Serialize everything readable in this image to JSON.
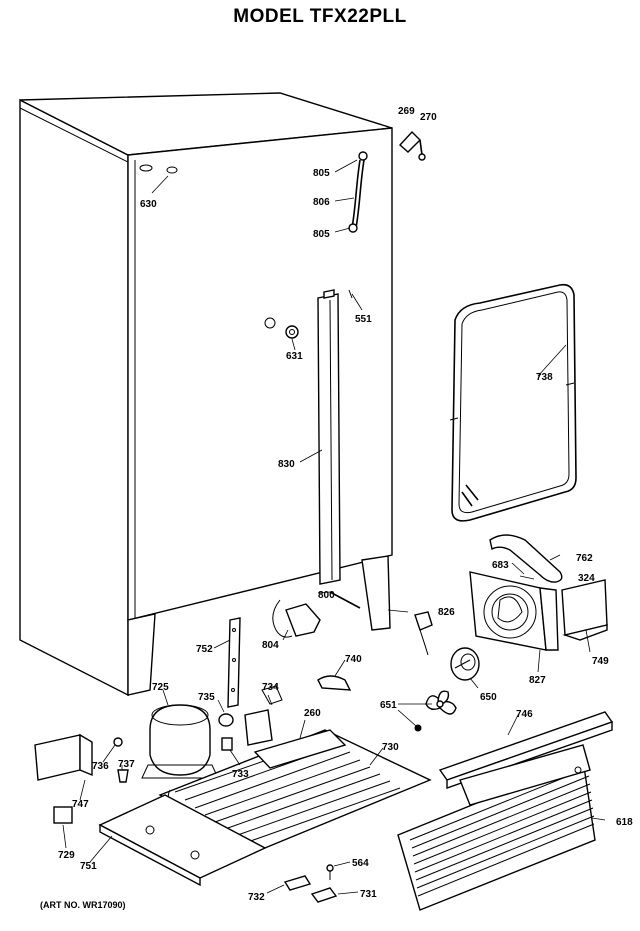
{
  "title": "MODEL TFX22PLL",
  "art_no": "(ART NO. WR17090)",
  "parts": [
    {
      "id": "p269",
      "label": "269"
    },
    {
      "id": "p270",
      "label": "270"
    },
    {
      "id": "p805a",
      "label": "805"
    },
    {
      "id": "p806",
      "label": "806"
    },
    {
      "id": "p805b",
      "label": "805"
    },
    {
      "id": "p630",
      "label": "630"
    },
    {
      "id": "p551",
      "label": "551"
    },
    {
      "id": "p631",
      "label": "631"
    },
    {
      "id": "p738",
      "label": "738"
    },
    {
      "id": "p830",
      "label": "830"
    },
    {
      "id": "p683",
      "label": "683"
    },
    {
      "id": "p762",
      "label": "762"
    },
    {
      "id": "p324",
      "label": "324"
    },
    {
      "id": "p800",
      "label": "800"
    },
    {
      "id": "p826",
      "label": "826"
    },
    {
      "id": "p752",
      "label": "752"
    },
    {
      "id": "p804",
      "label": "804"
    },
    {
      "id": "p740",
      "label": "740"
    },
    {
      "id": "p749",
      "label": "749"
    },
    {
      "id": "p827",
      "label": "827"
    },
    {
      "id": "p725",
      "label": "725"
    },
    {
      "id": "p735",
      "label": "735"
    },
    {
      "id": "p734",
      "label": "734"
    },
    {
      "id": "p650",
      "label": "650"
    },
    {
      "id": "p651",
      "label": "651"
    },
    {
      "id": "p260",
      "label": "260"
    },
    {
      "id": "p746",
      "label": "746"
    },
    {
      "id": "p730",
      "label": "730"
    },
    {
      "id": "p736",
      "label": "736"
    },
    {
      "id": "p737",
      "label": "737"
    },
    {
      "id": "p733",
      "label": "733"
    },
    {
      "id": "p747",
      "label": "747"
    },
    {
      "id": "p729",
      "label": "729"
    },
    {
      "id": "p751",
      "label": "751"
    },
    {
      "id": "p618",
      "label": "618"
    },
    {
      "id": "p564",
      "label": "564"
    },
    {
      "id": "p732",
      "label": "732"
    },
    {
      "id": "p731",
      "label": "731"
    }
  ]
}
